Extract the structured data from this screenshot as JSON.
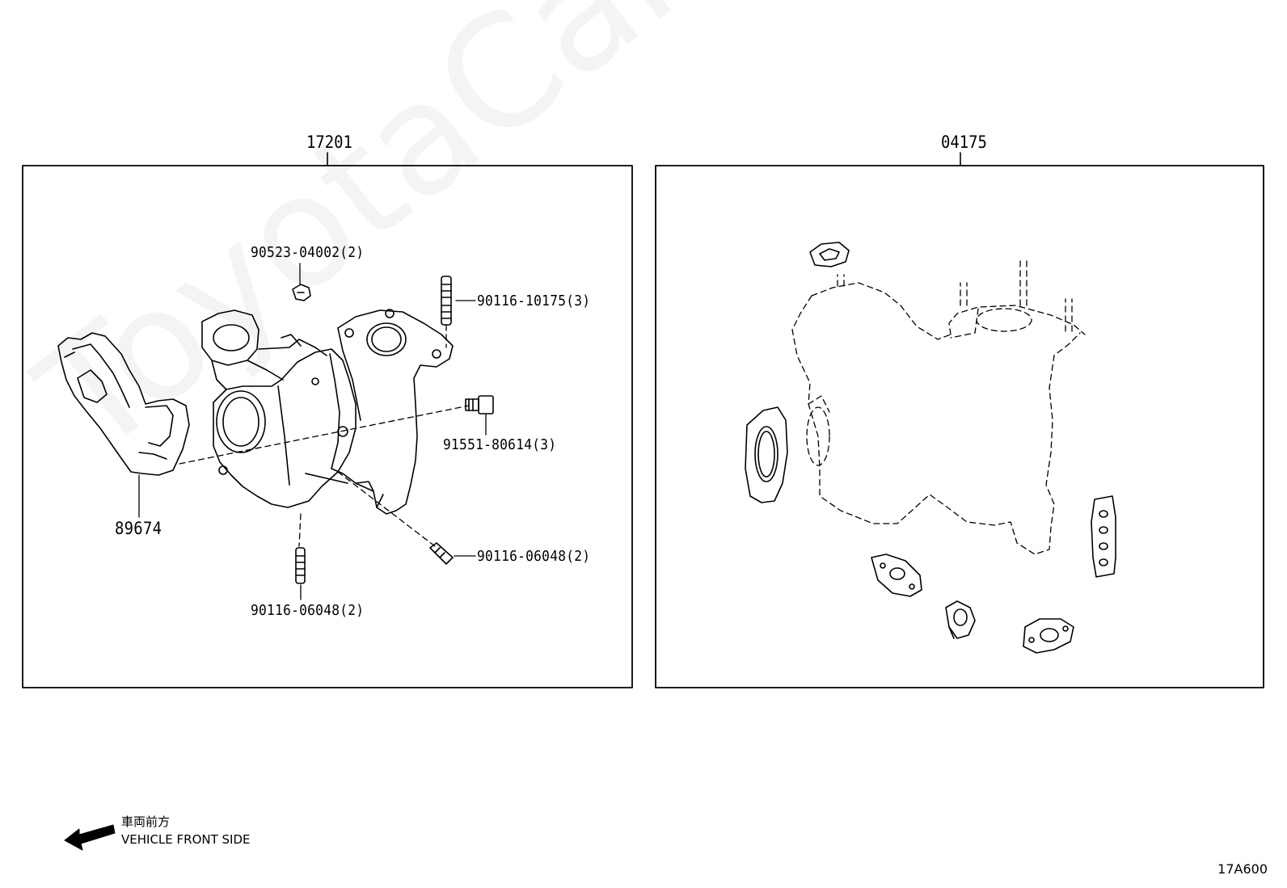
{
  "watermark": "ToyotaCarMine.ru",
  "left_panel": {
    "group_number": "17201",
    "parts": {
      "retainer": "90523-04002(2)",
      "stud_top": "90116-10175(3)",
      "bolt": "91551-80614(3)",
      "stud_right": "90116-06048(2)",
      "stud_bottom": "90116-06048(2)",
      "bracket": "89674"
    }
  },
  "right_panel": {
    "group_number": "04175"
  },
  "direction": {
    "japanese": "車両前方",
    "english": "VEHICLE FRONT SIDE"
  },
  "figure_code": "17A600"
}
